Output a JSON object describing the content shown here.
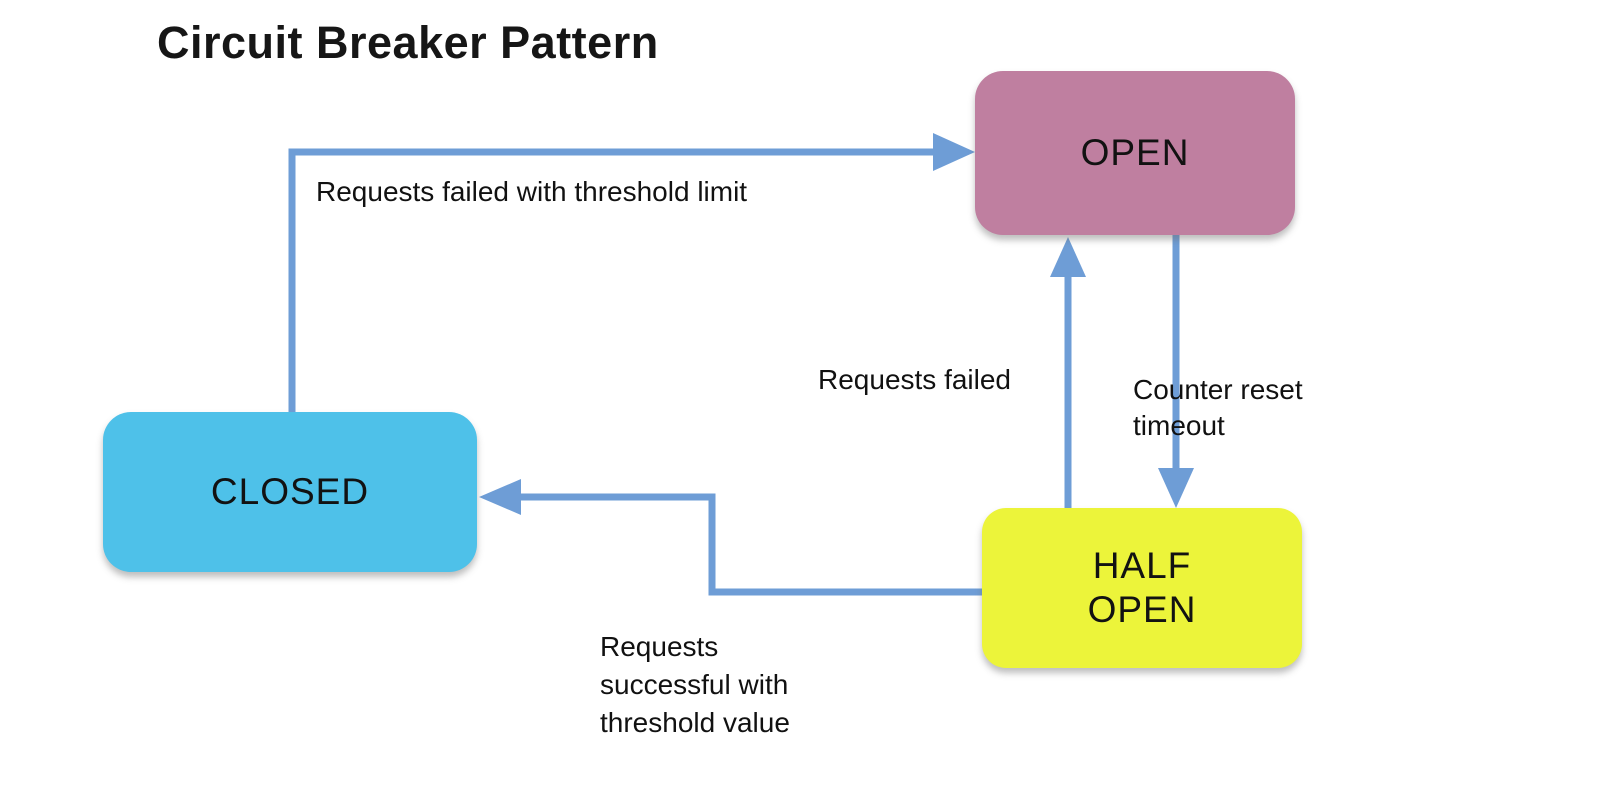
{
  "title": "Circuit Breaker Pattern",
  "colors": {
    "open_fill": "#bf7fa0",
    "closed_fill": "#4ec1e9",
    "half_open_fill": "#ecf43a",
    "arrow": "#6e9dd6",
    "text": "#111111",
    "background": "#ffffff"
  },
  "states": {
    "open": {
      "label": "OPEN"
    },
    "closed": {
      "label": "CLOSED"
    },
    "half_open": {
      "label": "HALF\nOPEN"
    }
  },
  "transitions": {
    "closed_to_open": {
      "from": "CLOSED",
      "to": "OPEN",
      "label": "Requests failed with threshold limit"
    },
    "half_open_to_open": {
      "from": "HALF OPEN",
      "to": "OPEN",
      "label": "Requests failed"
    },
    "open_to_half_open": {
      "from": "OPEN",
      "to": "HALF OPEN",
      "label": "Counter reset timeout"
    },
    "half_open_to_closed": {
      "from": "HALF OPEN",
      "to": "CLOSED",
      "label": "Requests successful with threshold value"
    }
  }
}
